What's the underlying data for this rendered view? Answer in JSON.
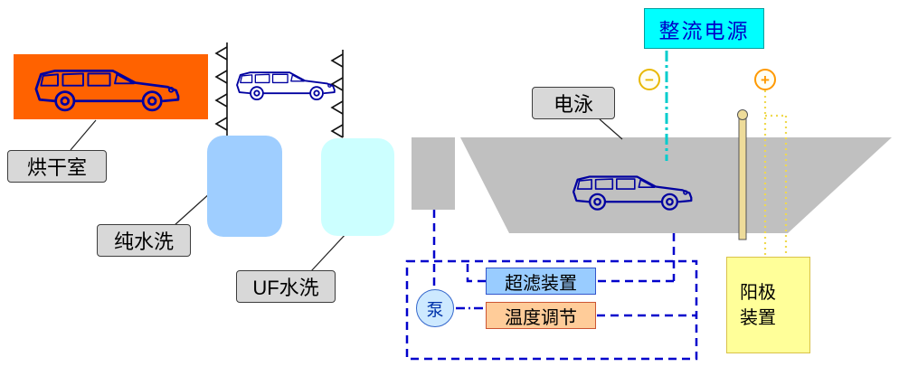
{
  "stations": {
    "drying": {
      "label": "烘干室"
    },
    "pure_water": {
      "label": "纯水洗"
    },
    "uf": {
      "label": "UF水洗"
    },
    "electrophoresis": {
      "label": "电泳"
    }
  },
  "power": {
    "rectifier": "整流电源",
    "minus": "−",
    "plus": "+"
  },
  "anode": {
    "label": "阳极\n装置"
  },
  "circulation": {
    "pump": "泵",
    "ultrafiltration": "超滤装置",
    "temperature": "温度调节"
  },
  "icons": {
    "car": "car-silhouette-icon",
    "spray": "spray-nozzle-icon",
    "electrode": "anode-rod-icon"
  },
  "colors": {
    "drying_chamber_fill": "#FF6200",
    "pure_water_fill": "#9FCEFF",
    "uf_water_fill": "#CCFFFF",
    "tank_fill": "#C0C0C0",
    "rectifier_fill": "#00FFFF",
    "rectifier_text": "#0000C8",
    "anode_box_fill": "#FFFF99",
    "pump_fill": "#CDE9FF",
    "ultrafiltration_fill": "#99CCFF",
    "temperature_fill": "#FFCC99",
    "label_fill": "#D8D8D8",
    "car_outline": "#0000A0",
    "circuit_dash": "#0000CC",
    "cathode_line": "#00CCCC",
    "anode_line": "#EFD94F",
    "electrode_fill": "#EEDC9A"
  }
}
